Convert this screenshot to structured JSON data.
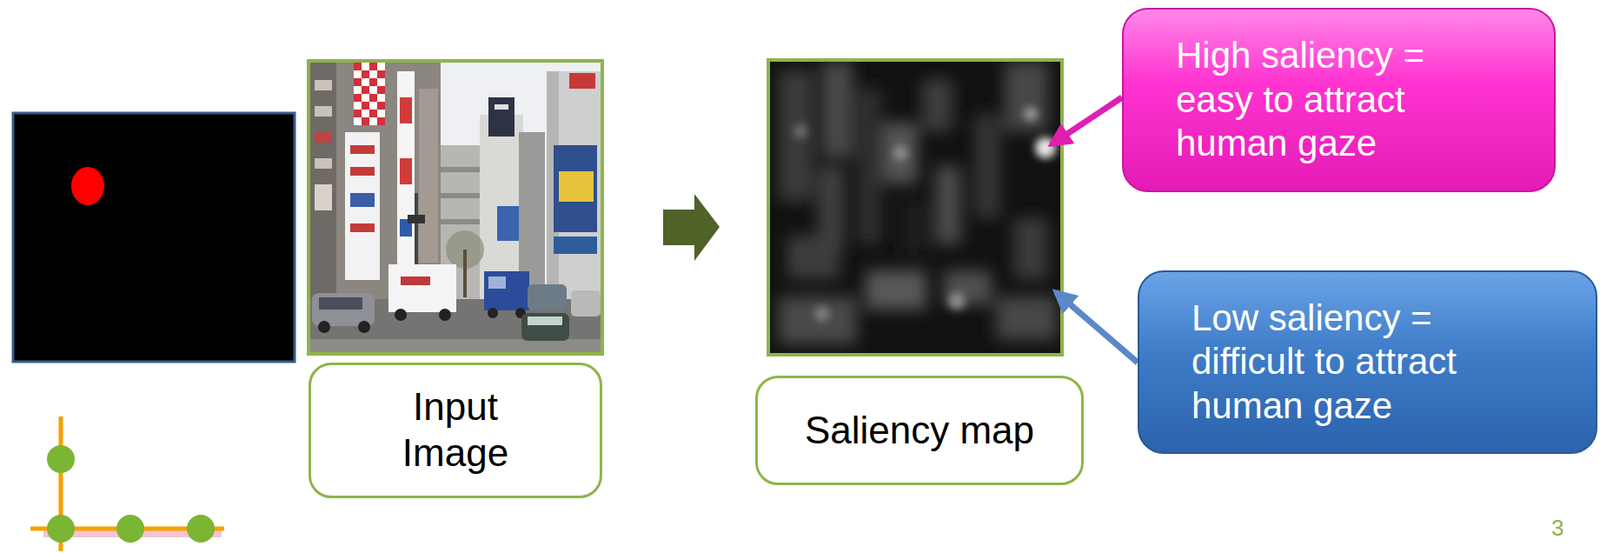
{
  "diagram": {
    "nodes": [
      {
        "text": [
          "Input Image"
        ]
      },
      {
        "text": [
          "Saliency map"
        ]
      },
      {
        "text": [
          "High saliency = easy to attract human gaze"
        ]
      },
      {
        "text": [
          "Low saliency = difficult to attract human gaze"
        ]
      }
    ],
    "labels": [
      "3"
    ]
  }
}
